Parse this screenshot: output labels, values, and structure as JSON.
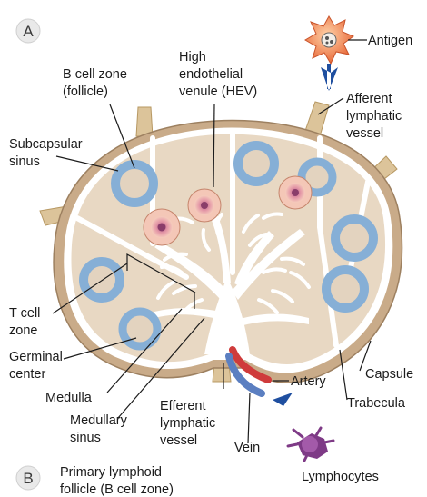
{
  "panel_a": "A",
  "panel_b": "B",
  "labels": {
    "antigen": "Antigen",
    "b_cell_zone": [
      "B cell zone",
      "(follicle)"
    ],
    "hev": [
      "High",
      "endothelial",
      "venule (HEV)"
    ],
    "afferent": [
      "Afferent",
      "lymphatic",
      "vessel"
    ],
    "subcapsular": [
      "Subcapsular",
      "sinus"
    ],
    "t_cell_zone": [
      "T cell",
      "zone"
    ],
    "germinal_center": [
      "Germinal",
      "center"
    ],
    "medulla": "Medulla",
    "medullary_sinus": [
      "Medullary",
      "sinus"
    ],
    "efferent": [
      "Efferent",
      "lymphatic",
      "vessel"
    ],
    "vein": "Vein",
    "artery": "Artery",
    "capsule": "Capsule",
    "trabecula": "Trabecula",
    "lymphocytes": "Lymphocytes",
    "primary_follicle": [
      "Primary lymphoid",
      "follicle (B cell zone)"
    ]
  },
  "colors": {
    "capsule": "#c9ab89",
    "cortex": "#e8d8c3",
    "follicle_ring": "#86afd6",
    "follicle_center": "#e3d3bf",
    "sinus": "#ffffff",
    "hev_outer": "#f4c7b7",
    "hev_inner": "#c66a8a",
    "afferent_vessel": "#dcc49a",
    "artery": "#cf3b3b",
    "vein": "#5b7fc1",
    "antigen_cell": "#f08a5a",
    "arrow": "#1f4fa0",
    "lymphocyte": "#7e3a86"
  },
  "icons": {
    "antigen": "antigen-cell-icon",
    "arrow": "down-arrow-icon",
    "lymphocytes": "lymphocyte-cluster-icon"
  }
}
